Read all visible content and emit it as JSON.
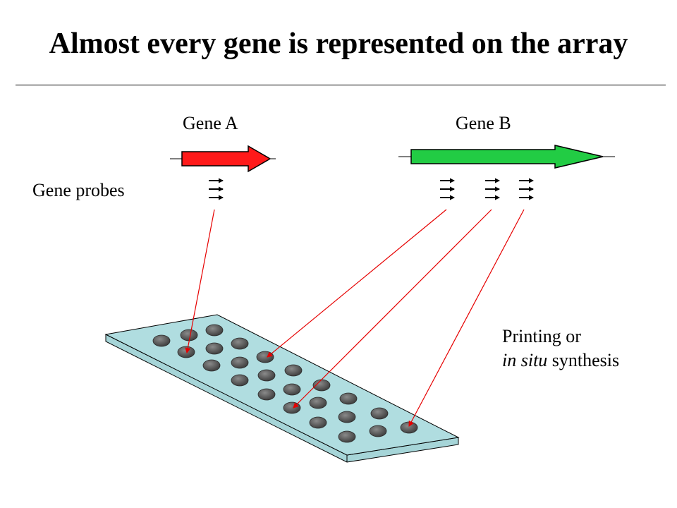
{
  "title": "Almost every gene is represented on the array",
  "genes": [
    {
      "label": "Gene A",
      "color": "#ff1a1a"
    },
    {
      "label": "Gene B",
      "color": "#22cc44"
    }
  ],
  "probes_label": "Gene probes",
  "printing": {
    "line1": "Printing or",
    "line2_italic": "in situ",
    "line2_rest": " synthesis"
  },
  "colors": {
    "slide": "#b0dde0",
    "spot": "#606060",
    "connector": "#e60000"
  }
}
